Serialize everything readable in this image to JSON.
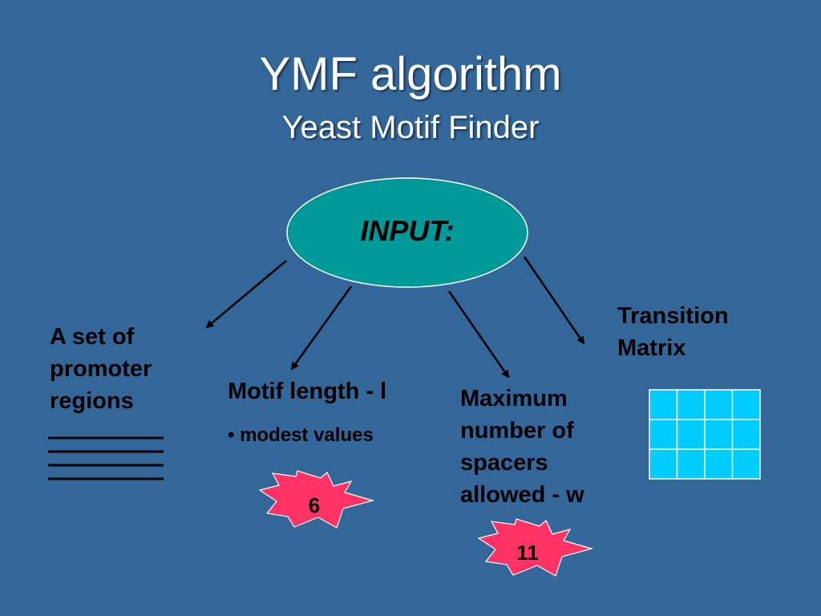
{
  "slide": {
    "title": "YMF algorithm",
    "subtitle": "Yeast Motif Finder",
    "center_node": "INPUT:",
    "inputs": {
      "promoter": [
        "A set of",
        "promoter",
        "regions"
      ],
      "motif_length": "Motif length - l",
      "motif_bullet": "• modest values",
      "spacers": [
        "Maximum",
        "number of",
        "spacers",
        "allowed - w"
      ],
      "matrix": [
        "Transition",
        "Matrix"
      ]
    },
    "stars": {
      "motif_value": "6",
      "spacer_value": "11"
    }
  },
  "colors": {
    "background": "#336699",
    "ellipse_fill": "#009999",
    "star_fill": "#ff3366",
    "matrix_cell": "#00ccff",
    "title_text": "#ffffff"
  },
  "icons": {
    "promoter": "stacked-lines-icon",
    "matrix": "grid-table-icon",
    "value_marker": "starburst-icon"
  }
}
